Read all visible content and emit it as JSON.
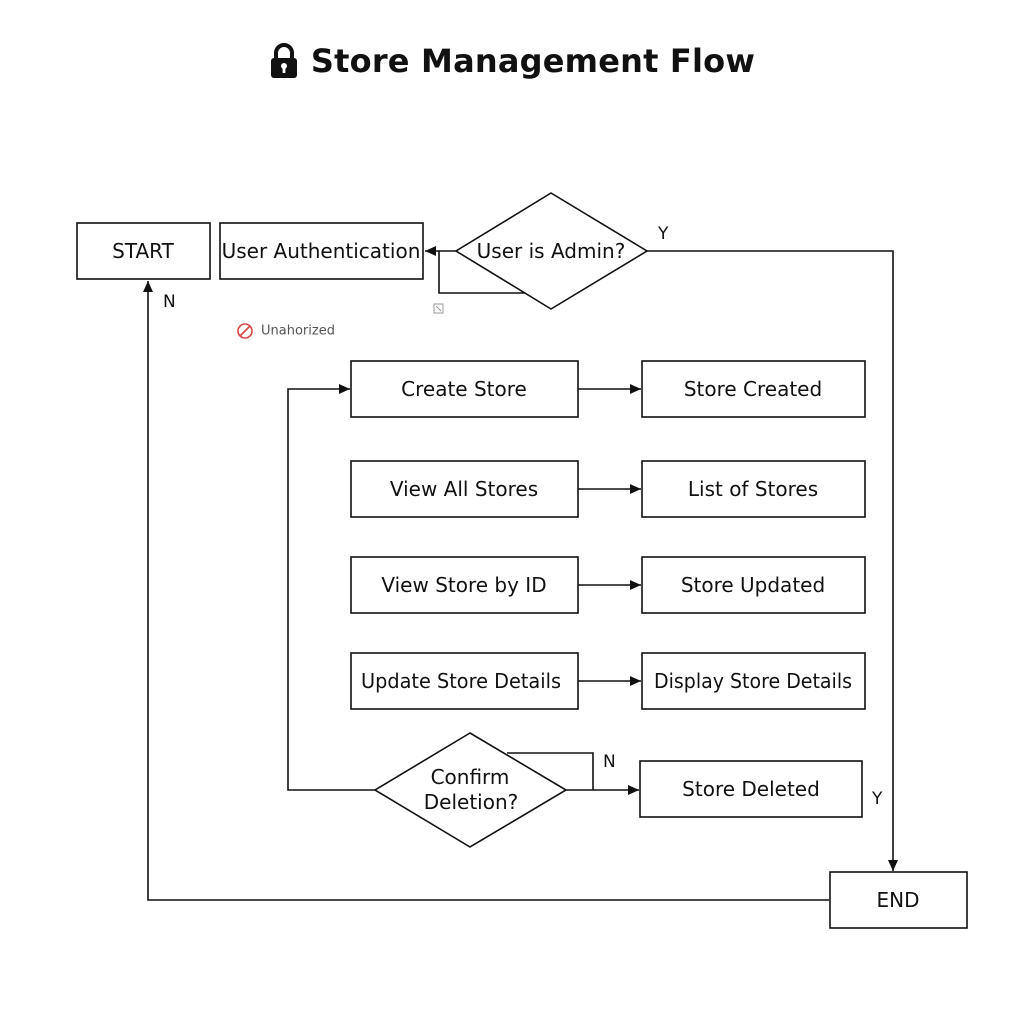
{
  "header": {
    "title": "Store Management Flow",
    "icon": "lock-icon"
  },
  "nodes": {
    "start": "START",
    "user_auth": "User Authentication",
    "is_admin": "User is Admin?",
    "create_store": "Create Store",
    "store_created": "Store Created",
    "view_all": "View All Stores",
    "list_stores": "List of Stores",
    "view_by_id": "View Store by ID",
    "store_updated": "Store Updated",
    "update_details": "Update Store Details",
    "display_details": "Display Store Details",
    "confirm_line1": "Confirm",
    "confirm_line2": "Deletion?",
    "store_deleted": "Store Deleted",
    "end": "END"
  },
  "edge_labels": {
    "admin_yes": "Y",
    "admin_no": "N",
    "confirm_no": "N",
    "confirm_yes": "Y"
  },
  "annotations": {
    "unauthorized": "Unahorized",
    "unauthorized_icon": "prohibited-icon",
    "unauthorized_color": "#d94545"
  }
}
